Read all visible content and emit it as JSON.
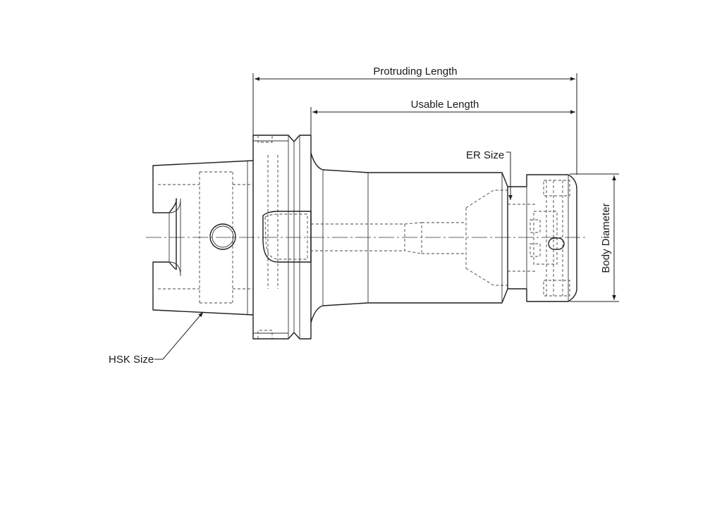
{
  "labels": {
    "protruding_length": "Protruding Length",
    "usable_length": "Usable Length",
    "er_size": "ER Size",
    "hsk_size": "HSK Size",
    "body_diameter": "Body Diameter"
  },
  "colors": {
    "line": "#1f1f1f",
    "background": "#ffffff"
  }
}
